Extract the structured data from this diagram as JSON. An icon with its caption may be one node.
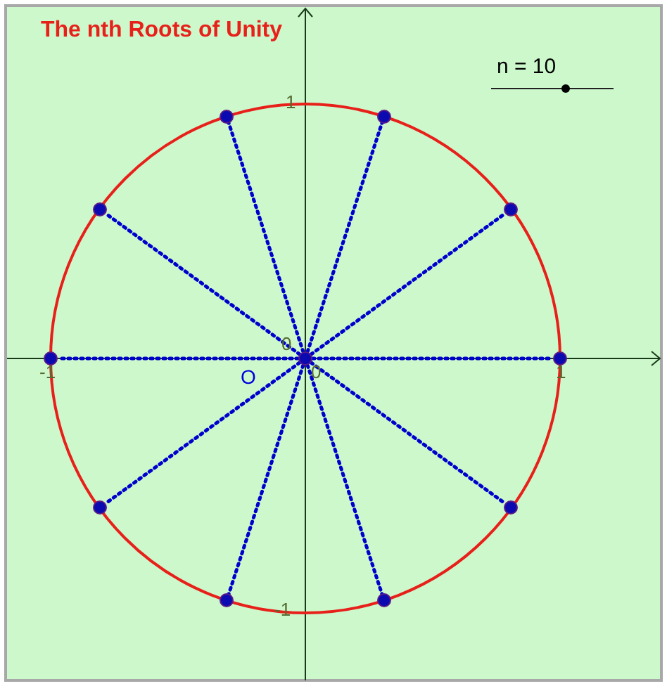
{
  "diagram": {
    "title": "The nth Roots of Unity",
    "nodes": [
      {
        "text": [],
        "shape": "circle",
        "beside": [
          "O"
        ]
      },
      {
        "text": [],
        "shape": "circle"
      },
      {
        "text": [],
        "shape": "circle"
      },
      {
        "text": [],
        "shape": "circle"
      },
      {
        "text": [],
        "shape": "circle"
      },
      {
        "text": [],
        "shape": "circle"
      },
      {
        "text": [],
        "shape": "circle"
      },
      {
        "text": [],
        "shape": "circle"
      },
      {
        "text": [],
        "shape": "circle"
      },
      {
        "text": [],
        "shape": "circle"
      },
      {
        "text": [],
        "shape": "circle"
      }
    ],
    "edges": [
      {
        "from": 0,
        "to": 1,
        "arrow": "none",
        "style": "dashed"
      },
      {
        "from": 0,
        "to": 2,
        "arrow": "none",
        "style": "dashed"
      },
      {
        "from": 0,
        "to": 3,
        "arrow": "none",
        "style": "dashed"
      },
      {
        "from": 0,
        "to": 4,
        "arrow": "none",
        "style": "dashed"
      },
      {
        "from": 0,
        "to": 5,
        "arrow": "none",
        "style": "dashed"
      },
      {
        "from": 0,
        "to": 6,
        "arrow": "none",
        "style": "dashed"
      },
      {
        "from": 0,
        "to": 7,
        "arrow": "none",
        "style": "dashed"
      },
      {
        "from": 0,
        "to": 8,
        "arrow": "none",
        "style": "dashed"
      },
      {
        "from": 0,
        "to": 9,
        "arrow": "none",
        "style": "dashed"
      },
      {
        "from": 0,
        "to": 10,
        "arrow": "none",
        "style": "dashed"
      }
    ],
    "labels": [
      "n = 10",
      "1",
      "0",
      "-1",
      "1",
      "0",
      "-1"
    ]
  }
}
